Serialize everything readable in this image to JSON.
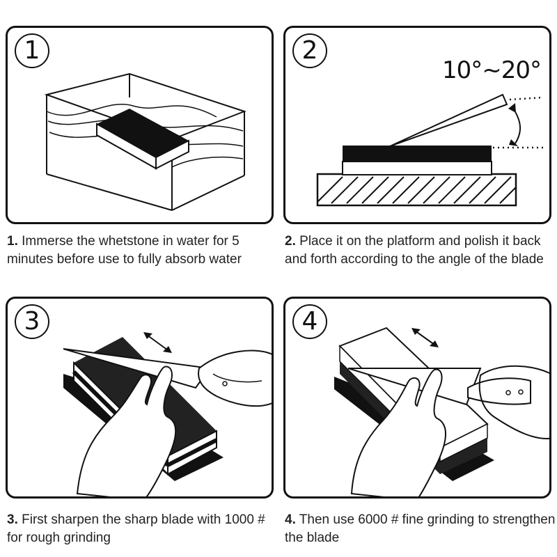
{
  "steps": [
    {
      "circle": "1",
      "number": "1.",
      "text": "Immerse the whetstone in water for 5 minutes before use to fully absorb water"
    },
    {
      "circle": "2",
      "number": "2.",
      "text": "Place it on the platform and polish it back and forth according to the angle of the blade",
      "angle_label": "10°~20°"
    },
    {
      "circle": "3",
      "number": "3.",
      "text": "First sharpen the sharp blade with 1000 # for rough grinding"
    },
    {
      "circle": "4",
      "number": "4.",
      "text": "Then use 6000 # fine grinding to strengthen the blade"
    }
  ],
  "colors": {
    "ink": "#111111",
    "background": "#ffffff"
  }
}
